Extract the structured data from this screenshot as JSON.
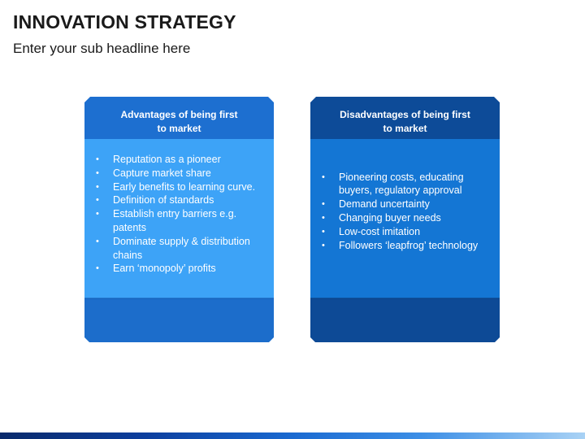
{
  "title": "INNOVATION STRATEGY",
  "subtitle": "Enter your sub headline here",
  "cards": [
    {
      "header_line1": "Advantages of being first",
      "header_line2": "to market",
      "items": [
        "Reputation as a pioneer",
        "Capture market share",
        "Early benefits to learning curve.",
        "Definition of standards",
        "Establish entry barriers e.g. patents",
        "Dominate supply & distribution chains",
        "Earn ‘monopoly’ profits"
      ]
    },
    {
      "header_line1": "Disadvantages of being first",
      "header_line2": "to market",
      "items": [
        "Pioneering costs, educating buyers, regulatory approval",
        "Demand uncertainty",
        "Changing buyer needs",
        "Low-cost imitation",
        "Followers ‘leapfrog’ technology"
      ]
    }
  ],
  "colors": {
    "left_header": "#1d6fd0",
    "left_body": "#3da3f7",
    "left_footer": "#1c6dcb",
    "right_header": "#0d4b98",
    "right_body": "#1476d4",
    "right_footer": "#0d4a96"
  }
}
